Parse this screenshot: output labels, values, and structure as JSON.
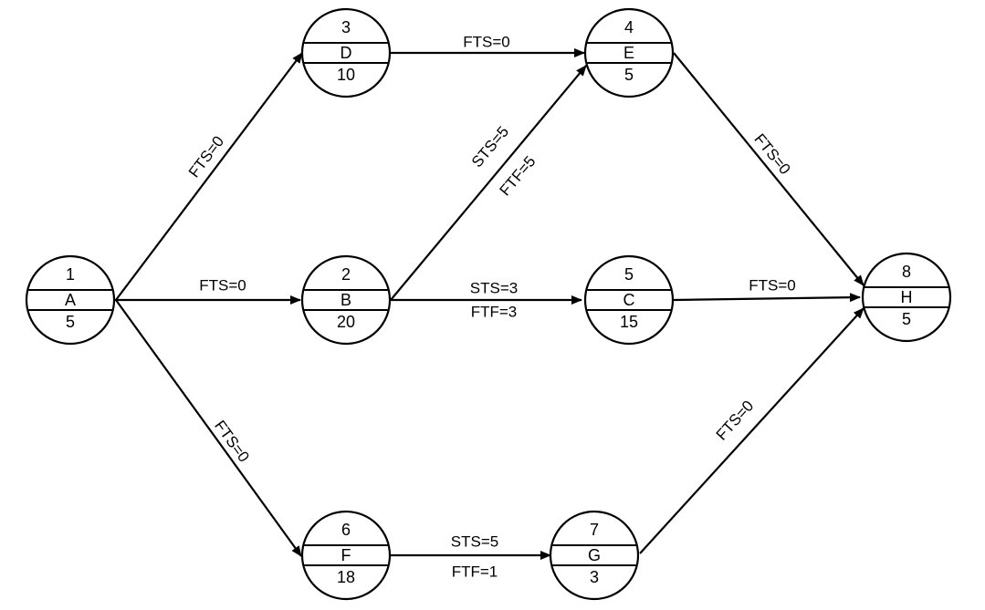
{
  "colors": {
    "stroke": "#000000",
    "fill": "#ffffff",
    "text": "#000000"
  },
  "nodes": {
    "n1": {
      "num": "1",
      "name": "A",
      "duration": "5"
    },
    "n2": {
      "num": "2",
      "name": "B",
      "duration": "20"
    },
    "n3": {
      "num": "3",
      "name": "D",
      "duration": "10"
    },
    "n4": {
      "num": "4",
      "name": "E",
      "duration": "5"
    },
    "n5": {
      "num": "5",
      "name": "C",
      "duration": "15"
    },
    "n6": {
      "num": "6",
      "name": "F",
      "duration": "18"
    },
    "n7": {
      "num": "7",
      "name": "G",
      "duration": "3"
    },
    "n8": {
      "num": "8",
      "name": "H",
      "duration": "5"
    }
  },
  "edges": {
    "a_d": {
      "label": "FTS=0"
    },
    "a_b": {
      "label": "FTS=0"
    },
    "a_f": {
      "label": "FTS=0"
    },
    "d_e": {
      "label": "FTS=0"
    },
    "b_e": {
      "label1": "STS=5",
      "label2": "FTF=5"
    },
    "b_c": {
      "label1": "STS=3",
      "label2": "FTF=3"
    },
    "e_h": {
      "label": "FTS=0"
    },
    "c_h": {
      "label": "FTS=0"
    },
    "f_g": {
      "label1": "STS=5",
      "label2": "FTF=1"
    },
    "g_h": {
      "label": "FTS=0"
    }
  }
}
